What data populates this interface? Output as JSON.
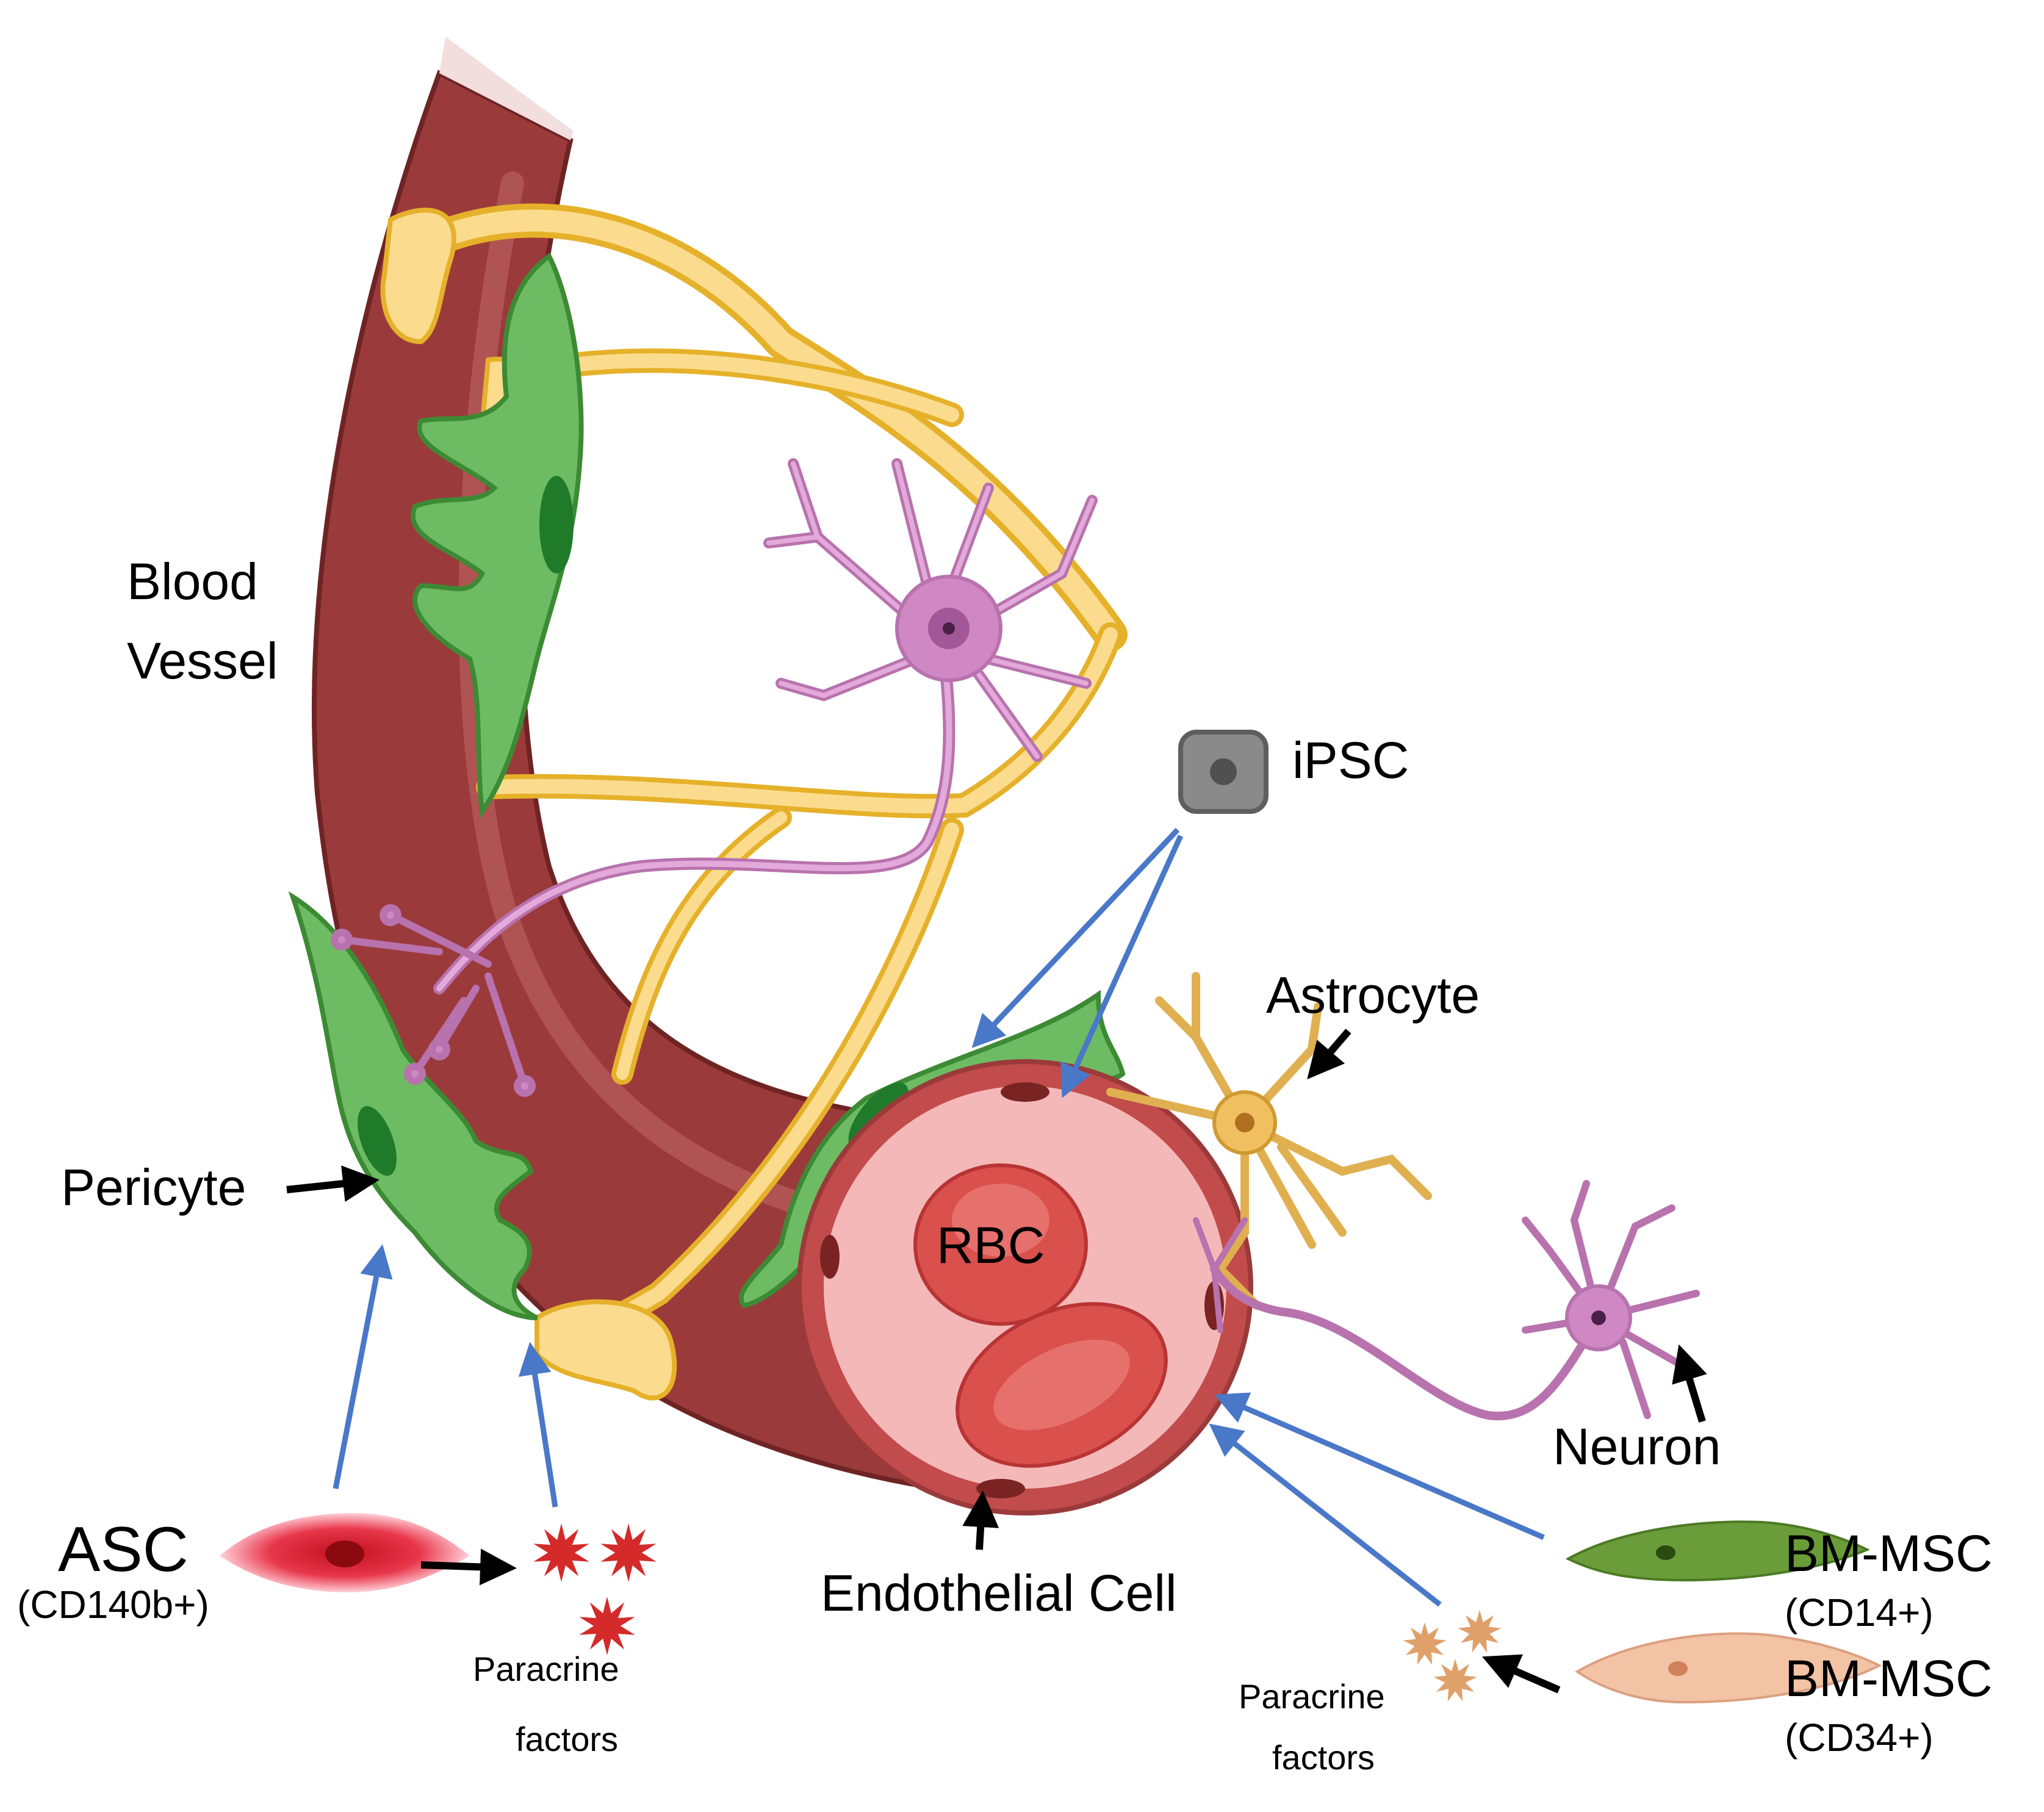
{
  "labels": {
    "blood_vessel_line1": "Blood",
    "blood_vessel_line2": "Vessel",
    "ipsc": "iPSC",
    "astrocyte": "Astrocyte",
    "pericyte": "Pericyte",
    "rbc": "RBC",
    "neuron": "Neuron",
    "asc": "ASC",
    "asc_marker": "(CD140b+)",
    "paracrine_left_line1": "Paracrine",
    "paracrine_left_line2": "factors",
    "endothelial_cell": "Endothelial Cell",
    "bm_msc_top": "BM-MSC",
    "bm_msc_top_marker": "(CD14+)",
    "bm_msc_bottom": "BM-MSC",
    "bm_msc_bottom_marker": "(CD34+)",
    "paracrine_right_line1": "Paracrine",
    "paracrine_right_line2": "factors"
  },
  "colors": {
    "vessel": "#9b3a3a",
    "vessel_lumen": "#f4b8b8",
    "rbc": "#d9504d",
    "pericyte": "#6dbb63",
    "pericyte_nucleus": "#1f7a2a",
    "astro_process": "#f5c94a",
    "neuron": "#cf88c4",
    "ipsc": "#8a8a8a",
    "blue_arrow": "#4a78c8",
    "black_arrow": "#000000",
    "asc": "#e8364a",
    "paracrine_red": "#d42a2a",
    "paracrine_orange": "#e0a06a",
    "bm_msc_cd14": "#6a9c3a",
    "bm_msc_cd34": "#f2c3a4"
  }
}
